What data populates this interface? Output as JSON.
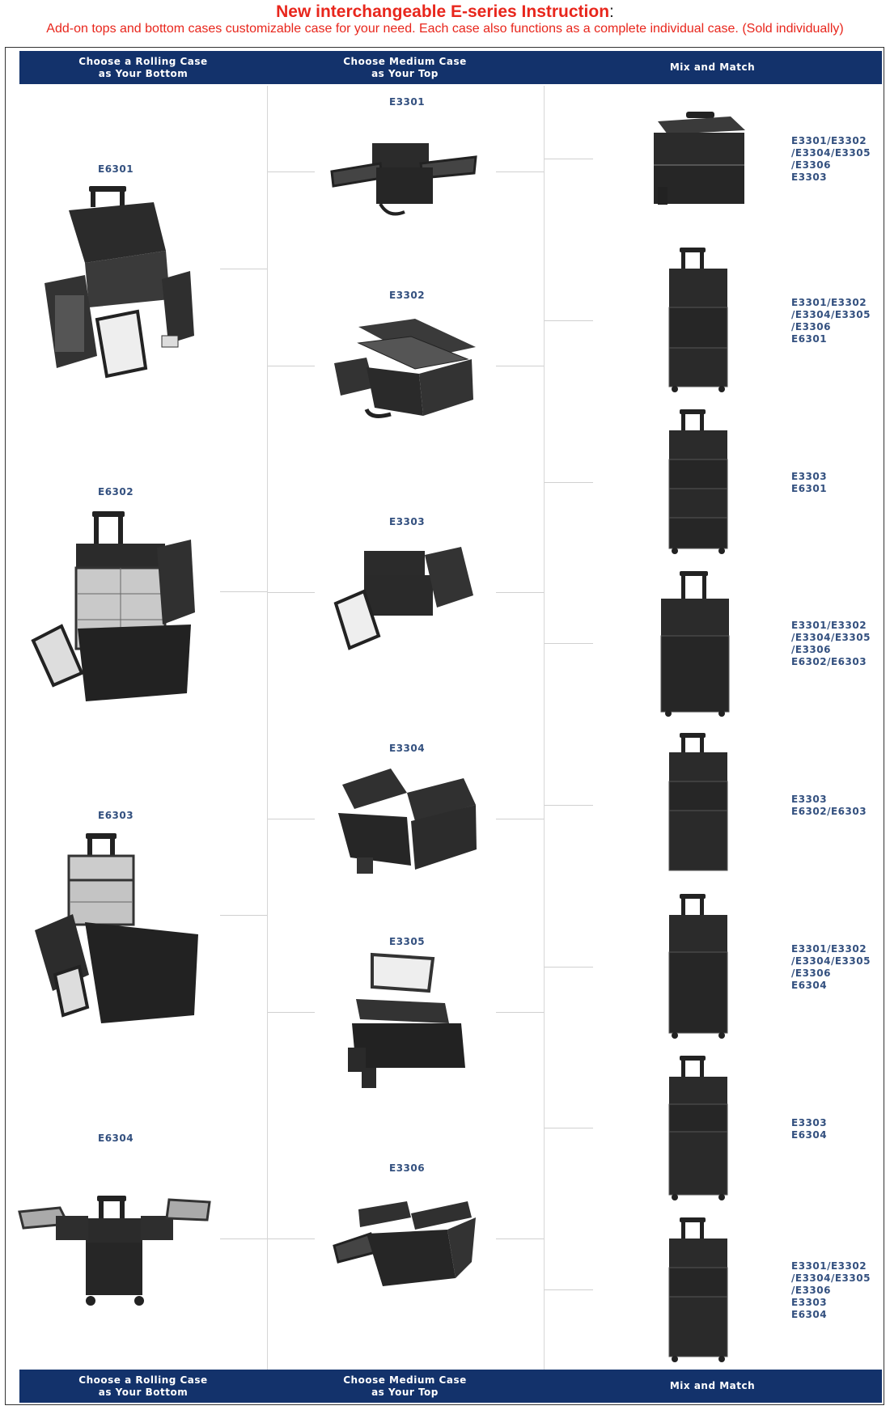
{
  "header": {
    "title": "New interchangeable E-series Instruction",
    "title_suffix": ":",
    "subtitle": "Add-on tops and bottom cases customizable case for your need. Each case also functions as a complete individual case. (Sold individually)"
  },
  "columns": [
    {
      "label_line1": "Choose a Rolling Case",
      "label_line2": "as Your Bottom"
    },
    {
      "label_line1": "Choose Medium Case",
      "label_line2": "as Your Top"
    },
    {
      "label_line1": "Mix and Match",
      "label_line2": ""
    }
  ],
  "bottom_cases": [
    "E6301",
    "E6302",
    "E6303",
    "E6304"
  ],
  "top_cases": [
    "E3301",
    "E3302",
    "E3303",
    "E3304",
    "E3305",
    "E3306"
  ],
  "mix_and_match": [
    {
      "lines": [
        "E3301/E3302",
        "/E3304/E3305",
        "/E3306",
        "E3303"
      ]
    },
    {
      "lines": [
        "E3301/E3302",
        "/E3304/E3305",
        "/E3306",
        "E6301"
      ]
    },
    {
      "lines": [
        "E3303",
        "E6301"
      ]
    },
    {
      "lines": [
        "E3301/E3302",
        "/E3304/E3305",
        "/E3306",
        "E6302/E6303"
      ]
    },
    {
      "lines": [
        "E3303",
        "E6302/E6303"
      ]
    },
    {
      "lines": [
        "E3301/E3302",
        "/E3304/E3305",
        "/E3306",
        "E6304"
      ]
    },
    {
      "lines": [
        "E3303",
        "E6304"
      ]
    },
    {
      "lines": [
        "E3301/E3302",
        "/E3304/E3305",
        "/E3306",
        "E3303",
        "E6304"
      ]
    }
  ],
  "colors": {
    "header_bar": "#13326b",
    "title_red": "#e8261c",
    "code_blue": "#33507f"
  }
}
